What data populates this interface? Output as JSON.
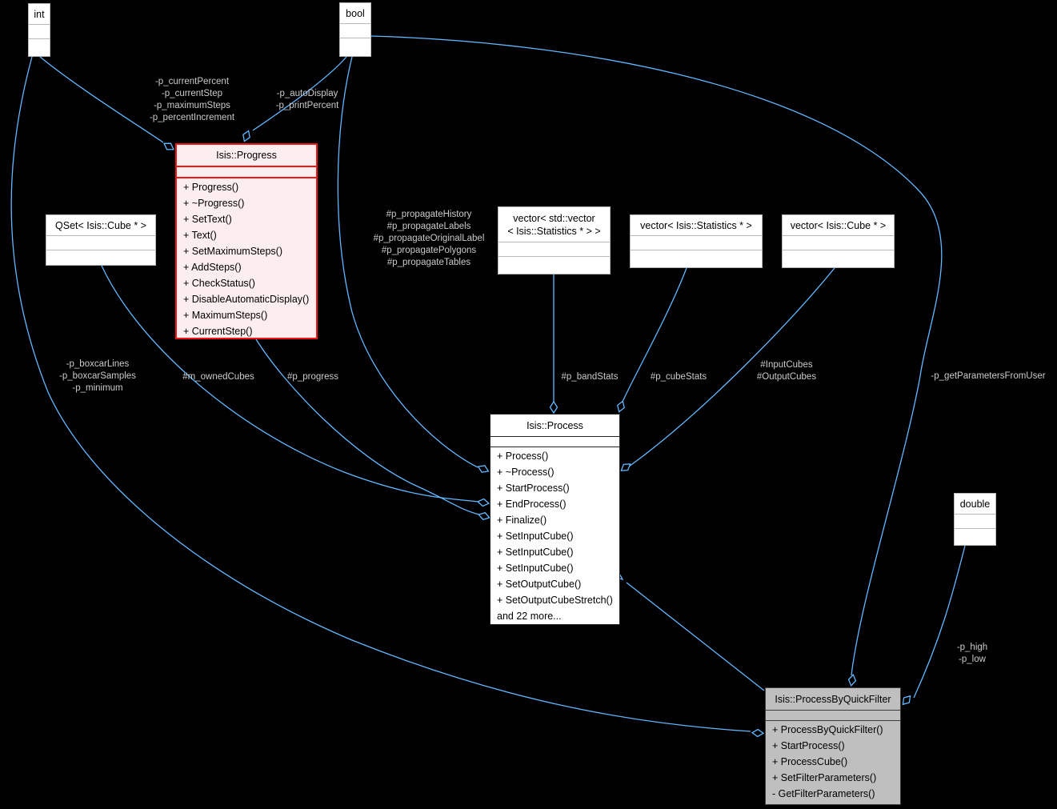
{
  "diagram": {
    "kind": "doxygen-collaboration-graph",
    "background_color": "#000000",
    "edge_color": "#63B8FF",
    "node_fill": "#FFFFFF",
    "node_border": "#B9B9B9",
    "highlight_fill": "#FCEEEE",
    "highlight_border": "#F01414",
    "focus_fill": "#BFBFBF",
    "label_color": "#CBCBCB"
  },
  "classes": {
    "int_type": {
      "title": "int"
    },
    "bool_type": {
      "title": "bool"
    },
    "double_type": {
      "title": "double"
    },
    "qset_cube": {
      "title": "QSet< Isis::Cube * >"
    },
    "vector_vector_statistics": {
      "title_lines": [
        "vector< std::vector",
        "< Isis::Statistics * > >"
      ]
    },
    "vector_statistics": {
      "title": "vector< Isis::Statistics * >"
    },
    "vector_cube": {
      "title": "vector< Isis::Cube * >"
    },
    "progress": {
      "title": "Isis::Progress",
      "methods": [
        "+ Progress()",
        "+ ~Progress()",
        "+ SetText()",
        "+ Text()",
        "+ SetMaximumSteps()",
        "+ AddSteps()",
        "+ CheckStatus()",
        "+ DisableAutomaticDisplay()",
        "+ MaximumSteps()",
        "+ CurrentStep()"
      ]
    },
    "process": {
      "title": "Isis::Process",
      "methods": [
        "+ Process()",
        "+ ~Process()",
        "+ StartProcess()",
        "+ EndProcess()",
        "+ Finalize()",
        "+ SetInputCube()",
        "+ SetInputCube()",
        "+ SetInputCube()",
        "+ SetOutputCube()",
        "+ SetOutputCubeStretch()",
        "and 22 more..."
      ]
    },
    "process_by_quick_filter": {
      "title": "Isis::ProcessByQuickFilter",
      "methods": [
        "+ ProcessByQuickFilter()",
        "+ StartProcess()",
        "+ ProcessCube()",
        "+ SetFilterParameters()",
        "- GetFilterParameters()"
      ]
    }
  },
  "edge_labels": {
    "int_to_progress": [
      "-p_currentPercent",
      "-p_currentStep",
      "-p_maximumSteps",
      "-p_percentIncrement"
    ],
    "bool_to_progress": [
      "-p_autoDisplay",
      "-p_printPercent"
    ],
    "bool_to_process": [
      "#p_propagateHistory",
      "#p_propagateLabels",
      "#p_propagateOriginalLabel",
      "#p_propagatePolygons",
      "#p_propagateTables"
    ],
    "int_to_quickfilter": [
      "-p_boxcarLines",
      "-p_boxcarSamples",
      "-p_minimum"
    ],
    "qset_to_process": [
      "#m_ownedCubes"
    ],
    "progress_to_process": [
      "#p_progress"
    ],
    "vvstats_to_process": [
      "#p_bandStats"
    ],
    "vstats_to_process": [
      "#p_cubeStats"
    ],
    "vcube_to_process": [
      "#InputCubes",
      "#OutputCubes"
    ],
    "bool_to_quickfilter": [
      "-p_getParametersFromUser"
    ],
    "double_to_quickfilter": [
      "-p_high",
      "-p_low"
    ]
  }
}
